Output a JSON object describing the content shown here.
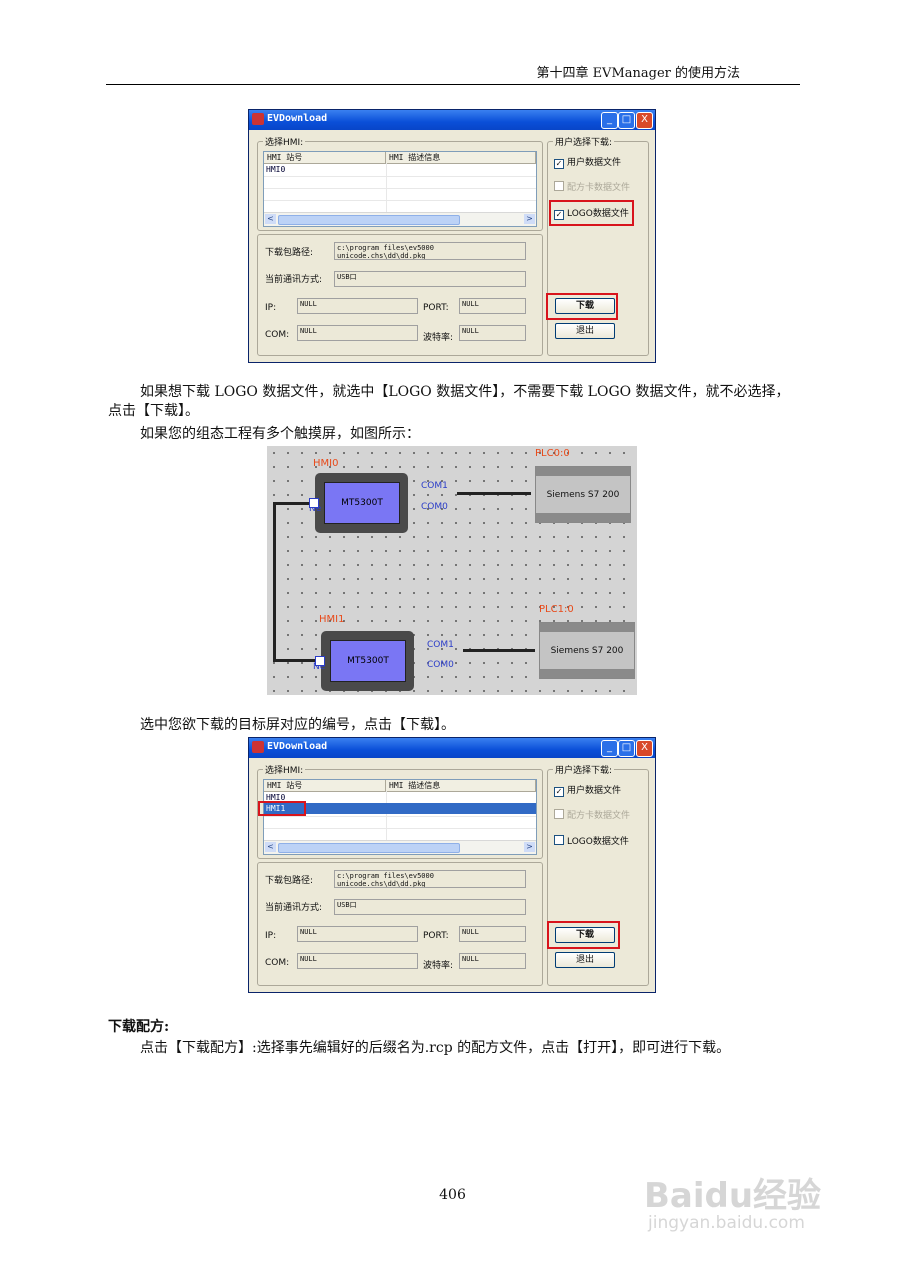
{
  "header": {
    "chapter": "第十四章    EVManager 的使用方法"
  },
  "dialog": {
    "title": "EVDownload",
    "minimize": "_",
    "maximize": "□",
    "close": "X",
    "select_hmi_label": "选择HMI:",
    "col_station": "HMI 站号",
    "col_desc": "HMI 描述信息",
    "user_select_label": "用户选择下载:",
    "cb_user_data": "用户数据文件",
    "cb_recipe": "配方卡数据文件",
    "cb_logo": "LOGO数据文件",
    "check_mark": "✓",
    "path_label": "下载包路径:",
    "path_value": "c:\\program files\\ev5000 unicode.chs\\dd\\dd.pkg",
    "comm_label": "当前通讯方式:",
    "comm_value": "USB口",
    "ip_label": "IP:",
    "ip_value": "NULL",
    "port_label": "PORT:",
    "port_value": "NULL",
    "com_label": "COM:",
    "com_value": "NULL",
    "baud_label": "波特率:",
    "baud_value": "NULL",
    "download_btn": "下载",
    "exit_btn": "退出",
    "scroll_left": "<",
    "scroll_right": ">",
    "scroll_grip": "III"
  },
  "dialog1": {
    "rows": [
      "HMI0"
    ]
  },
  "dialog2": {
    "rows": [
      "HMI0",
      "HMI1"
    ]
  },
  "para1": "如果想下载 LOGO 数据文件，就选中【LOGO 数据文件】，不需要下载 LOGO 数据文件，就不必选择，点击【下载】。",
  "para2": "如果您的组态工程有多个触摸屏，如图所示：",
  "diagram": {
    "hmi0_label": "HMI0",
    "hmi1_label": "HMI1",
    "hmi_model": "MT5300T",
    "plc0_label": "PLC0:0",
    "plc1_label": "PLC1:0",
    "plc_model": "Siemens S7 200",
    "com1": "COM1",
    "com0": "COM0",
    "net_port": "Ne"
  },
  "para3": "选中您欲下载的目标屏对应的编号，点击【下载】。",
  "section_title": "下载配方:",
  "para4": "点击【下载配方】:选择事先编辑好的后缀名为.rcp 的配方文件，点击【打开】，即可进行下载。",
  "page_number": "406",
  "watermark": {
    "brand": "Baidu经验",
    "url": "jingyan.baidu.com"
  }
}
